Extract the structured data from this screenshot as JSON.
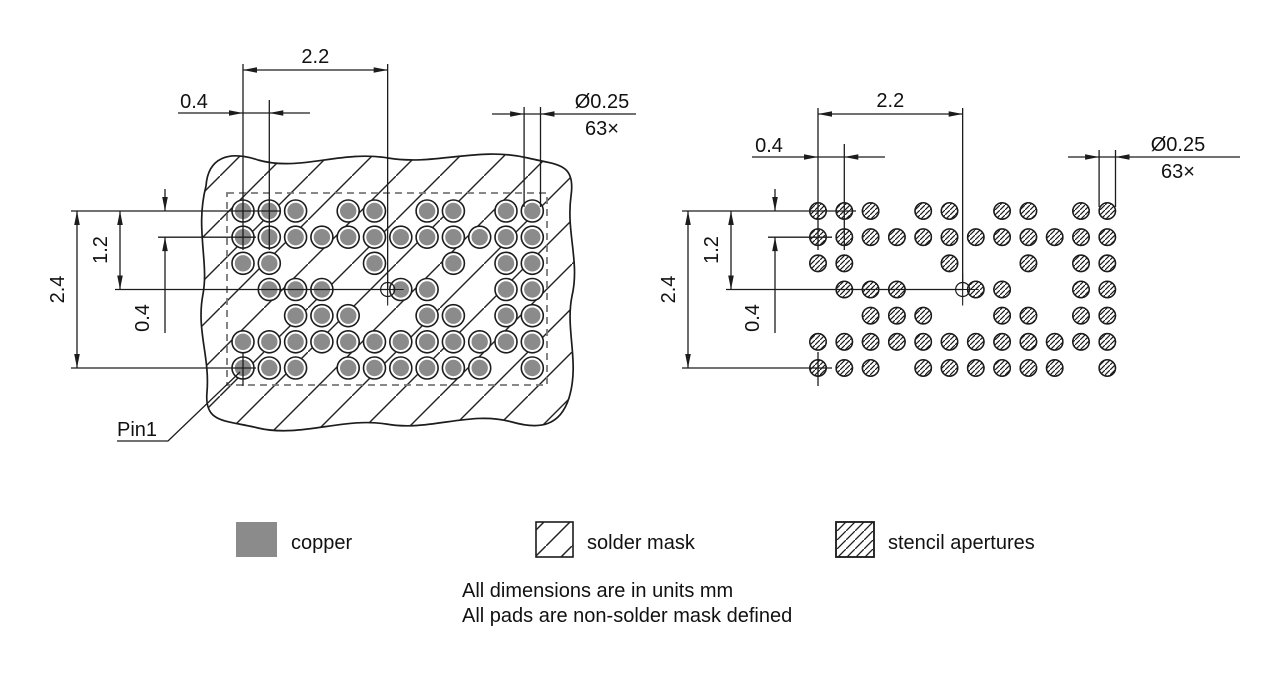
{
  "dimensions": {
    "col_center_span": "2.2",
    "pitch": "0.4",
    "pad_diameter": "Ø0.25",
    "pad_count": "63×",
    "row_span": "2.4",
    "row_center_span": "1.2"
  },
  "pin1": {
    "label": "Pin1"
  },
  "legend": {
    "items": [
      {
        "id": "copper",
        "label": "copper",
        "swatch": "solid-gray"
      },
      {
        "id": "solder-mask",
        "label": "solder mask",
        "swatch": "sparse-hatch"
      },
      {
        "id": "stencil-apertures",
        "label": "stencil apertures",
        "swatch": "dense-hatch"
      }
    ]
  },
  "notes": {
    "line1": "All dimensions are in units mm",
    "line2": "All pads are non-solder mask defined"
  },
  "pad_grid": {
    "columns": 12,
    "rows": 7,
    "pad_count": 63,
    "rows_present": [
      [
        1,
        2,
        3,
        5,
        6,
        8,
        9,
        11,
        12
      ],
      [
        1,
        2,
        3,
        4,
        5,
        6,
        7,
        8,
        9,
        10,
        11,
        12
      ],
      [
        1,
        2,
        6,
        9,
        11,
        12
      ],
      [
        2,
        3,
        4,
        7,
        8,
        11,
        12
      ],
      [
        3,
        4,
        5,
        8,
        9,
        11,
        12
      ],
      [
        1,
        2,
        3,
        4,
        5,
        6,
        7,
        8,
        9,
        10,
        11,
        12
      ],
      [
        1,
        2,
        3,
        5,
        6,
        7,
        8,
        9,
        10,
        12
      ]
    ]
  },
  "views": [
    {
      "id": "copper-solder-mask-view"
    },
    {
      "id": "stencil-apertures-view"
    }
  ],
  "colors": {
    "copper": "#8b8b8b",
    "line": "#1c1c1c",
    "dash": "#777777"
  }
}
